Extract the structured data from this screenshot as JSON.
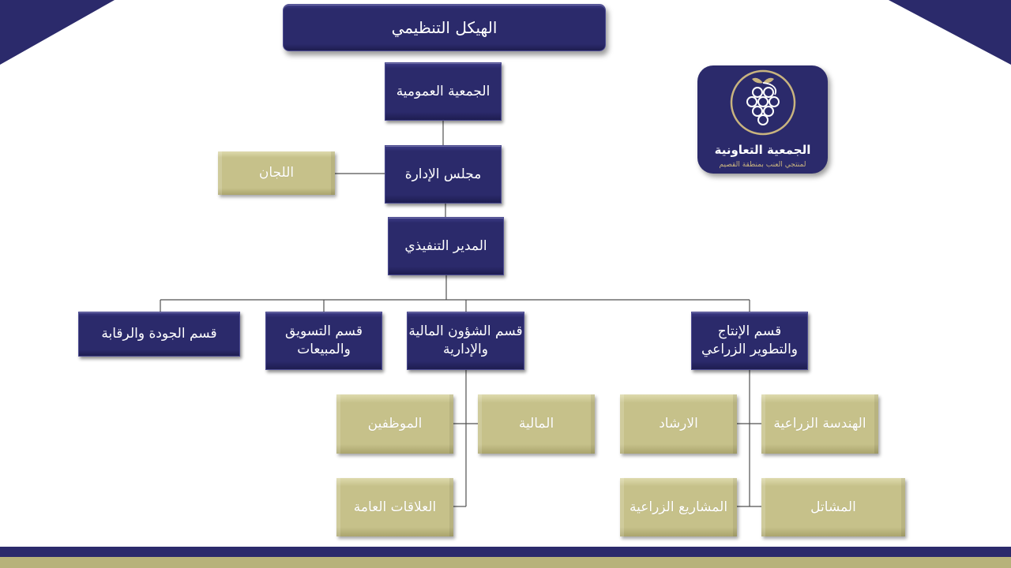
{
  "title": "الهيكل التنظيمي",
  "logo": {
    "icon": "grape-cluster-icon",
    "name": "الجمعية التعاونية",
    "tagline": "لمنتجي العنب بمنطقة القصيم"
  },
  "org": {
    "general_assembly": "الجمعية العمومية",
    "board": "مجلس الإدارة",
    "committees": "اللجان",
    "executive_director": "المدير التنفيذي",
    "departments": {
      "quality": {
        "lines": [
          "قسم الجودة والرقابة"
        ]
      },
      "marketing": {
        "lines": [
          "قسم التسويق",
          "والمبيعات"
        ]
      },
      "finance_admin": {
        "lines": [
          "قسم الشؤون المالية",
          "والإدارية"
        ],
        "units": [
          "المالية",
          "الموظفين",
          "العلاقات العامة"
        ]
      },
      "production": {
        "lines": [
          "قسم الإنتاج",
          "والتطوير الزراعي"
        ],
        "units": [
          "الهندسة الزراعية",
          "الارشاد",
          "المشاتل",
          "المشاريع الزراعية"
        ]
      }
    }
  },
  "colors": {
    "navy": "#2b2a6b",
    "navy_dark": "#1e1d50",
    "olive": "#c6c18a",
    "olive_light": "#dedaad",
    "olive_dark": "#aaa46d",
    "gold": "#c9b47f",
    "connector": "#505050"
  }
}
